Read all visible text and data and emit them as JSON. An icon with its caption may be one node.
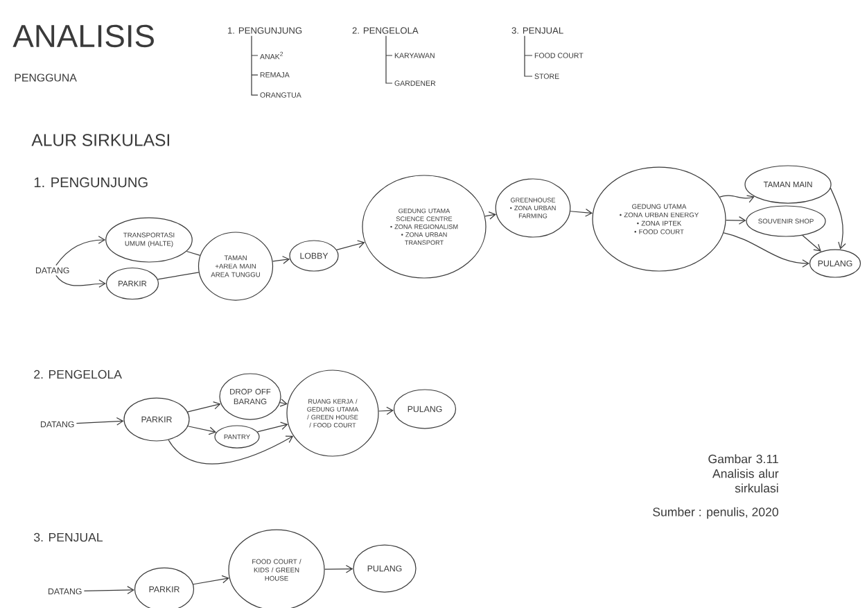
{
  "diagram": {
    "title": "ANALISIS",
    "caption": "Gambar 3.11 Analisis alur sirkulasi",
    "nodes": [
      {
        "text": [
          "1. PENGUNJUNG"
        ]
      },
      {
        "text": [
          "ANAK$^{2}$"
        ]
      },
      {
        "text": [
          "REMAJA"
        ]
      },
      {
        "text": [
          "ORANGTUA"
        ]
      },
      {
        "text": [
          "2. PENGELOLA"
        ]
      },
      {
        "text": [
          "KARYAWAN"
        ]
      },
      {
        "text": [
          "GARDENER"
        ]
      },
      {
        "text": [
          "3. PENJUAL"
        ]
      },
      {
        "text": [
          "FOOD COURT"
        ]
      },
      {
        "text": [
          "STORE"
        ]
      },
      {
        "text": [
          "DATANG"
        ]
      },
      {
        "text": [
          "TRANSPORTASI UMUM (HALTE)"
        ]
      },
      {
        "text": [
          "PARKIR"
        ]
      },
      {
        "text": [
          "TAMAN",
          "+AREA MAIN",
          "AREA TUNGGU"
        ]
      },
      {
        "text": [
          "LOBBY"
        ]
      },
      {
        "text": [
          "GEDUNG UTAMA SCIENCE CENTRE",
          "• ZONA REGIONALISM",
          "• ZONA URBAN TRANSPORT"
        ]
      },
      {
        "text": [
          "GREENHOUSE",
          "• ZONA URBAN FARMING"
        ]
      },
      {
        "text": [
          "GEDUNG UTAMA",
          "• ZONA URBAN ENERGY",
          "• ZONA IPTEK",
          "• FOOD COURT"
        ]
      },
      {
        "text": [
          "TAMAN MAIN"
        ]
      },
      {
        "text": [
          "SOUVENIR SHOP"
        ]
      },
      {
        "text": [
          "PULANG"
        ]
      },
      {
        "text": [
          "DATANG"
        ]
      },
      {
        "text": [
          "PARKIR"
        ]
      },
      {
        "text": [
          "DROP OFF BARANG"
        ]
      },
      {
        "text": [
          "PANTRY"
        ]
      },
      {
        "text": [
          "RUANG KERJA / GEDUNG UTAMA / GREEN HOUSE / FOOD COURT"
        ]
      },
      {
        "text": [
          "PULANG"
        ]
      },
      {
        "text": [
          "DATANG"
        ]
      },
      {
        "text": [
          "PARKIR"
        ]
      },
      {
        "text": [
          "FOOD COURT / KIDS / GREEN HOUSE"
        ]
      },
      {
        "text": [
          "PULANG"
        ]
      }
    ],
    "edges": [
      {
        "from": 0,
        "to": 1,
        "arrow": "none"
      },
      {
        "from": 0,
        "to": 2,
        "arrow": "none"
      },
      {
        "from": 0,
        "to": 3,
        "arrow": "none"
      },
      {
        "from": 4,
        "to": 5,
        "arrow": "none"
      },
      {
        "from": 4,
        "to": 6,
        "arrow": "none"
      },
      {
        "from": 7,
        "to": 8,
        "arrow": "none"
      },
      {
        "from": 7,
        "to": 9,
        "arrow": "none"
      },
      {
        "from": 10,
        "to": 11,
        "arrow": "to"
      },
      {
        "from": 10,
        "to": 12,
        "arrow": "to"
      },
      {
        "from": 11,
        "to": 13,
        "arrow": "none"
      },
      {
        "from": 12,
        "to": 13,
        "arrow": "none"
      },
      {
        "from": 13,
        "to": 14,
        "arrow": "to"
      },
      {
        "from": 14,
        "to": 15,
        "arrow": "to"
      },
      {
        "from": 15,
        "to": 16,
        "arrow": "to"
      },
      {
        "from": 16,
        "to": 17,
        "arrow": "to"
      },
      {
        "from": 17,
        "to": 18,
        "arrow": "to"
      },
      {
        "from": 17,
        "to": 19,
        "arrow": "to"
      },
      {
        "from": 17,
        "to": 20,
        "arrow": "to"
      },
      {
        "from": 18,
        "to": 20,
        "arrow": "to"
      },
      {
        "from": 19,
        "to": 20,
        "arrow": "to"
      },
      {
        "from": 21,
        "to": 22,
        "arrow": "to"
      },
      {
        "from": 22,
        "to": 23,
        "arrow": "to"
      },
      {
        "from": 22,
        "to": 24,
        "arrow": "to"
      },
      {
        "from": 22,
        "to": 25,
        "arrow": "to"
      },
      {
        "from": 23,
        "to": 25,
        "arrow": "to"
      },
      {
        "from": 24,
        "to": 25,
        "arrow": "to"
      },
      {
        "from": 25,
        "to": 26,
        "arrow": "to"
      },
      {
        "from": 27,
        "to": 28,
        "arrow": "to"
      },
      {
        "from": 28,
        "to": 29,
        "arrow": "to"
      },
      {
        "from": 29,
        "to": 30,
        "arrow": "to"
      }
    ],
    "labels": [
      "PENGGUNA",
      "ALUR SIRKULASI",
      "1. PENGUNJUNG",
      "2. PENGELOLA",
      "3. PENJUAL",
      "Sumber : penulis, 2020"
    ]
  }
}
